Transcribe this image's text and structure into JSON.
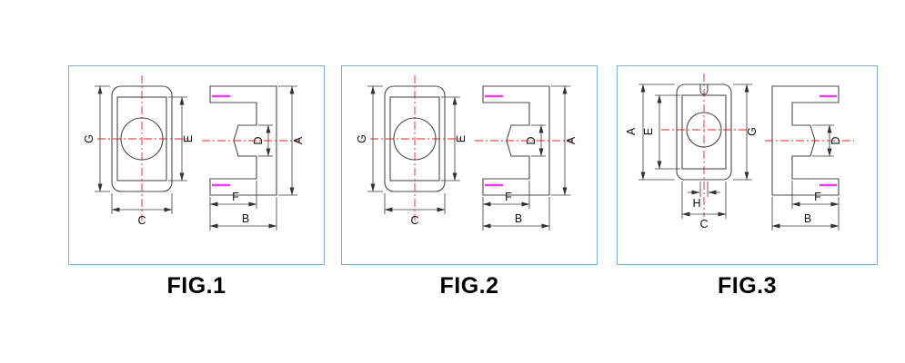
{
  "figures": [
    {
      "caption": "FIG.1",
      "front": {
        "height_label": "G",
        "window_label": "E",
        "width_label": "C"
      },
      "side": {
        "overall_label": "A",
        "leg_label": "D",
        "depth_label": "F",
        "width_label": "B"
      }
    },
    {
      "caption": "FIG.2",
      "front": {
        "height_label": "G",
        "window_label": "E",
        "width_label": "C"
      },
      "side": {
        "overall_label": "A",
        "leg_label": "D",
        "depth_label": "F",
        "width_label": "B"
      }
    },
    {
      "caption": "FIG.3",
      "front": {
        "overall_label": "A",
        "window_label": "E",
        "height_label": "G",
        "notch_label": "H",
        "width_label": "C"
      },
      "side": {
        "leg_label": "D",
        "depth_label": "F",
        "width_label": "B"
      }
    }
  ],
  "colors": {
    "panel_border": "#7cb1d8",
    "outline": "#4b4b4b",
    "centerline_red": "#f21d1d",
    "gap_magenta": "#ee3cee",
    "caption_text": "#000000"
  }
}
